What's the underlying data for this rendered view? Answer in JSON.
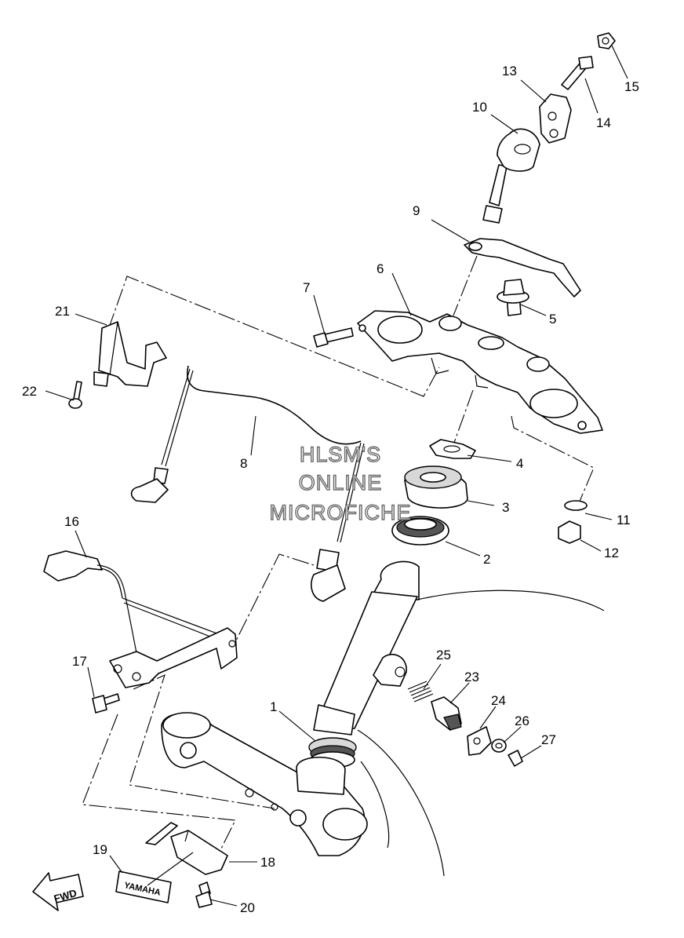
{
  "watermark": [
    "HLSM'S",
    "ONLINE",
    "MICROFICHE"
  ],
  "callouts": [
    "1",
    "2",
    "3",
    "4",
    "5",
    "6",
    "7",
    "8",
    "9",
    "10",
    "11",
    "12",
    "13",
    "14",
    "15",
    "16",
    "17",
    "18",
    "19",
    "20",
    "21",
    "22",
    "23",
    "24",
    "25",
    "26",
    "27"
  ],
  "labels": {
    "brand": "YAMAHA",
    "direction": "FWD"
  }
}
